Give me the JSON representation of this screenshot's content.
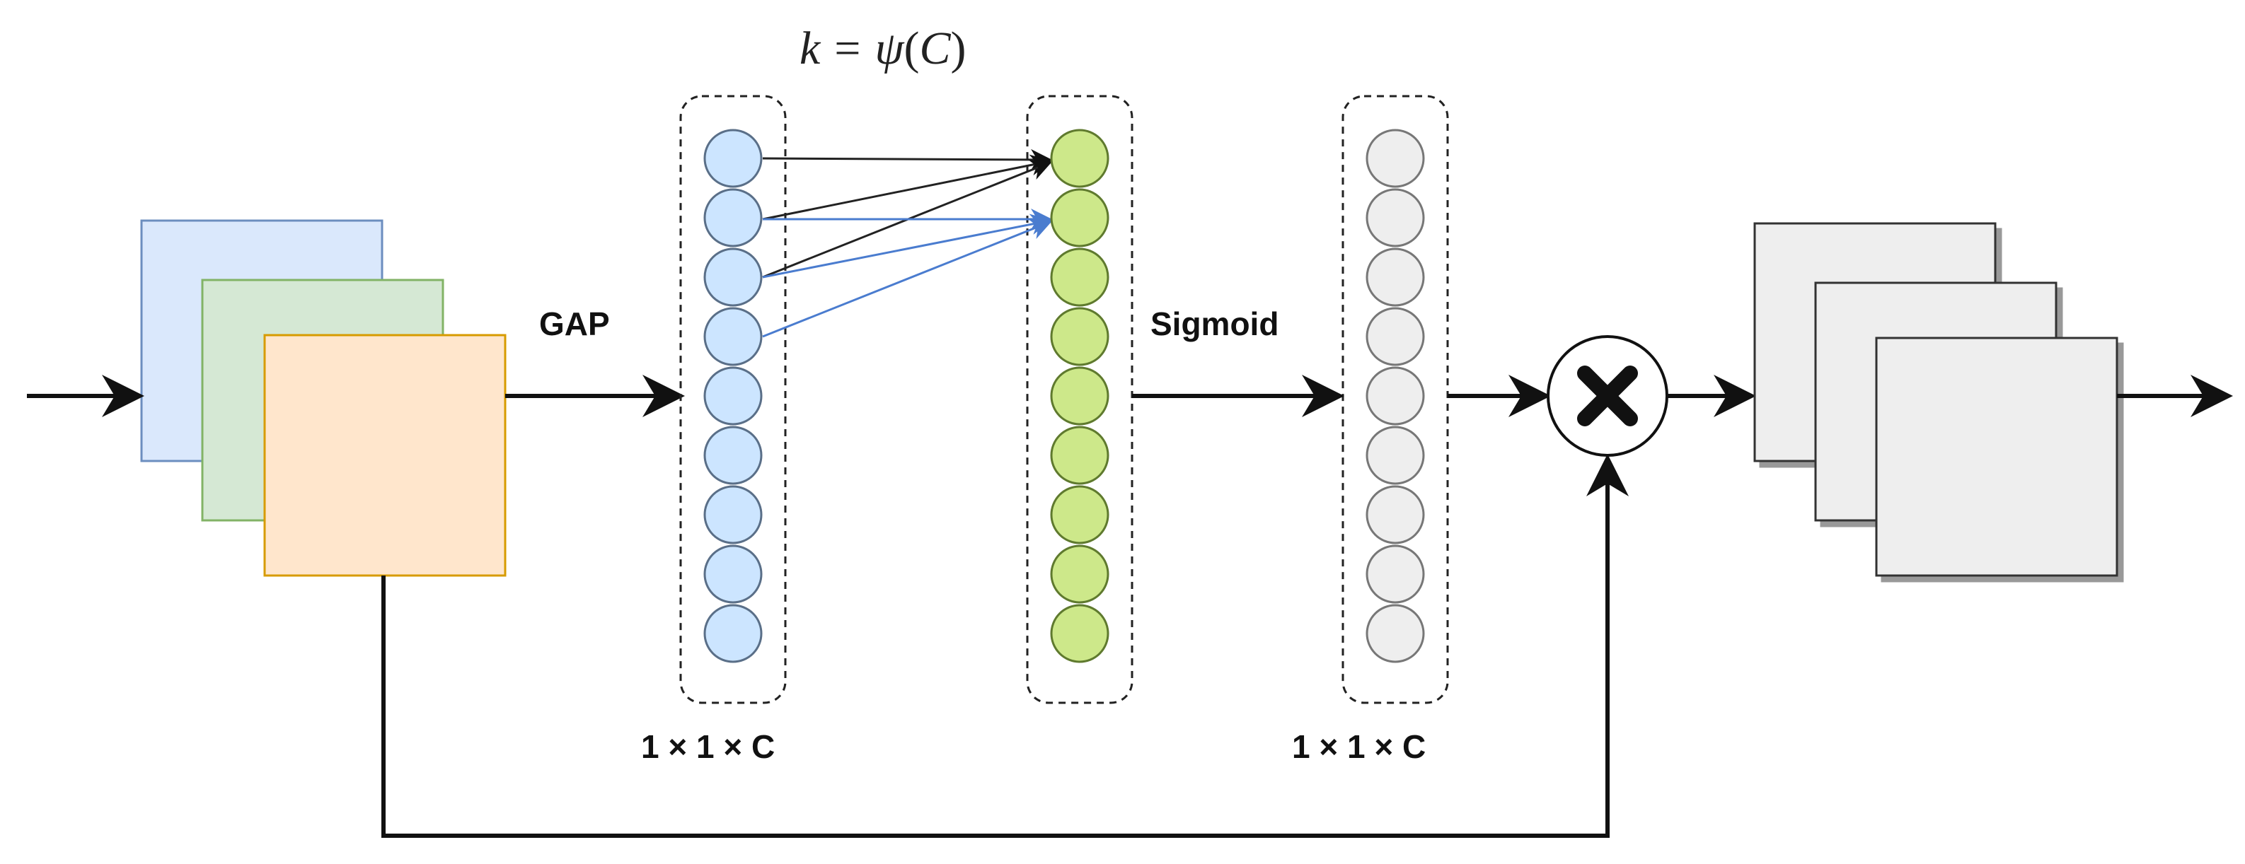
{
  "diagram": {
    "formula": {
      "k": "k",
      "eq": "=",
      "psi": "ψ",
      "open": "(",
      "c": "C",
      "close": ")"
    },
    "labels": {
      "gap": "GAP",
      "sigmoid": "Sigmoid",
      "dim_left": "1 × 1 × C",
      "dim_right": "1 × 1 × C"
    },
    "multiply_symbol": "multiply-x-icon",
    "columns": [
      {
        "name": "pooled-features",
        "nodes": 9,
        "fill": "#cce5ff",
        "stroke": "#5a6f88"
      },
      {
        "name": "conv1d-output",
        "nodes": 9,
        "fill": "#cde88a",
        "stroke": "#5f7a2e"
      },
      {
        "name": "sigmoid-weights",
        "nodes": 9,
        "fill": "#eeeeee",
        "stroke": "#777777"
      }
    ],
    "colors": {
      "input_blue": "#dae8fc",
      "input_blue_border": "#6c8ebf",
      "input_green": "#d5e8d4",
      "input_green_border": "#82b366",
      "input_orange": "#ffe6cc",
      "input_orange_border": "#d79b00",
      "output_gray": "#eeeeee",
      "output_gray_border": "#333333",
      "conn_black": "#222222",
      "conn_blue": "#4a7ccf"
    }
  }
}
